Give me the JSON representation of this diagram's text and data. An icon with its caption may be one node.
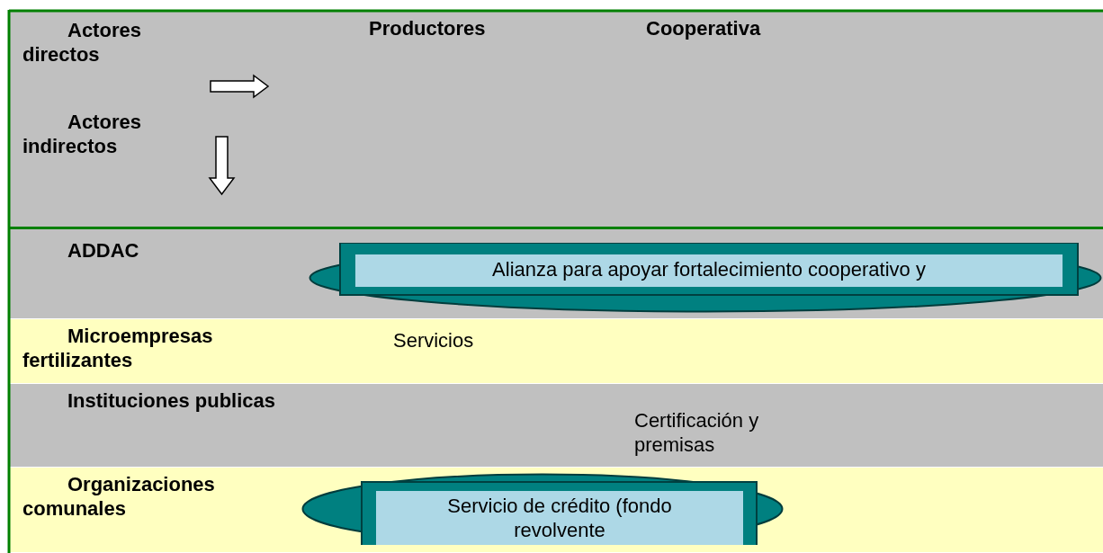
{
  "diagram": {
    "nodes": [
      {
        "text": [
          "Actores directos",
          "Actores indirectos"
        ]
      },
      {
        "text": [
          "ADDAC"
        ]
      },
      {
        "text": [
          "Microempresas fertilizantes"
        ]
      },
      {
        "text": [
          "Instituciones publicas"
        ]
      },
      {
        "text": [
          "Organizaciones comunales"
        ]
      },
      {
        "text": [
          "Alianza para apoyar fortalecimiento cooperativo y"
        ],
        "in": 1
      },
      {
        "text": [
          "Servicio de crédito (fondo revolvente"
        ],
        "in": 4
      }
    ],
    "labels": [
      "Productores",
      "Cooperativa",
      "Servicios",
      "Certificación y premisas"
    ]
  }
}
